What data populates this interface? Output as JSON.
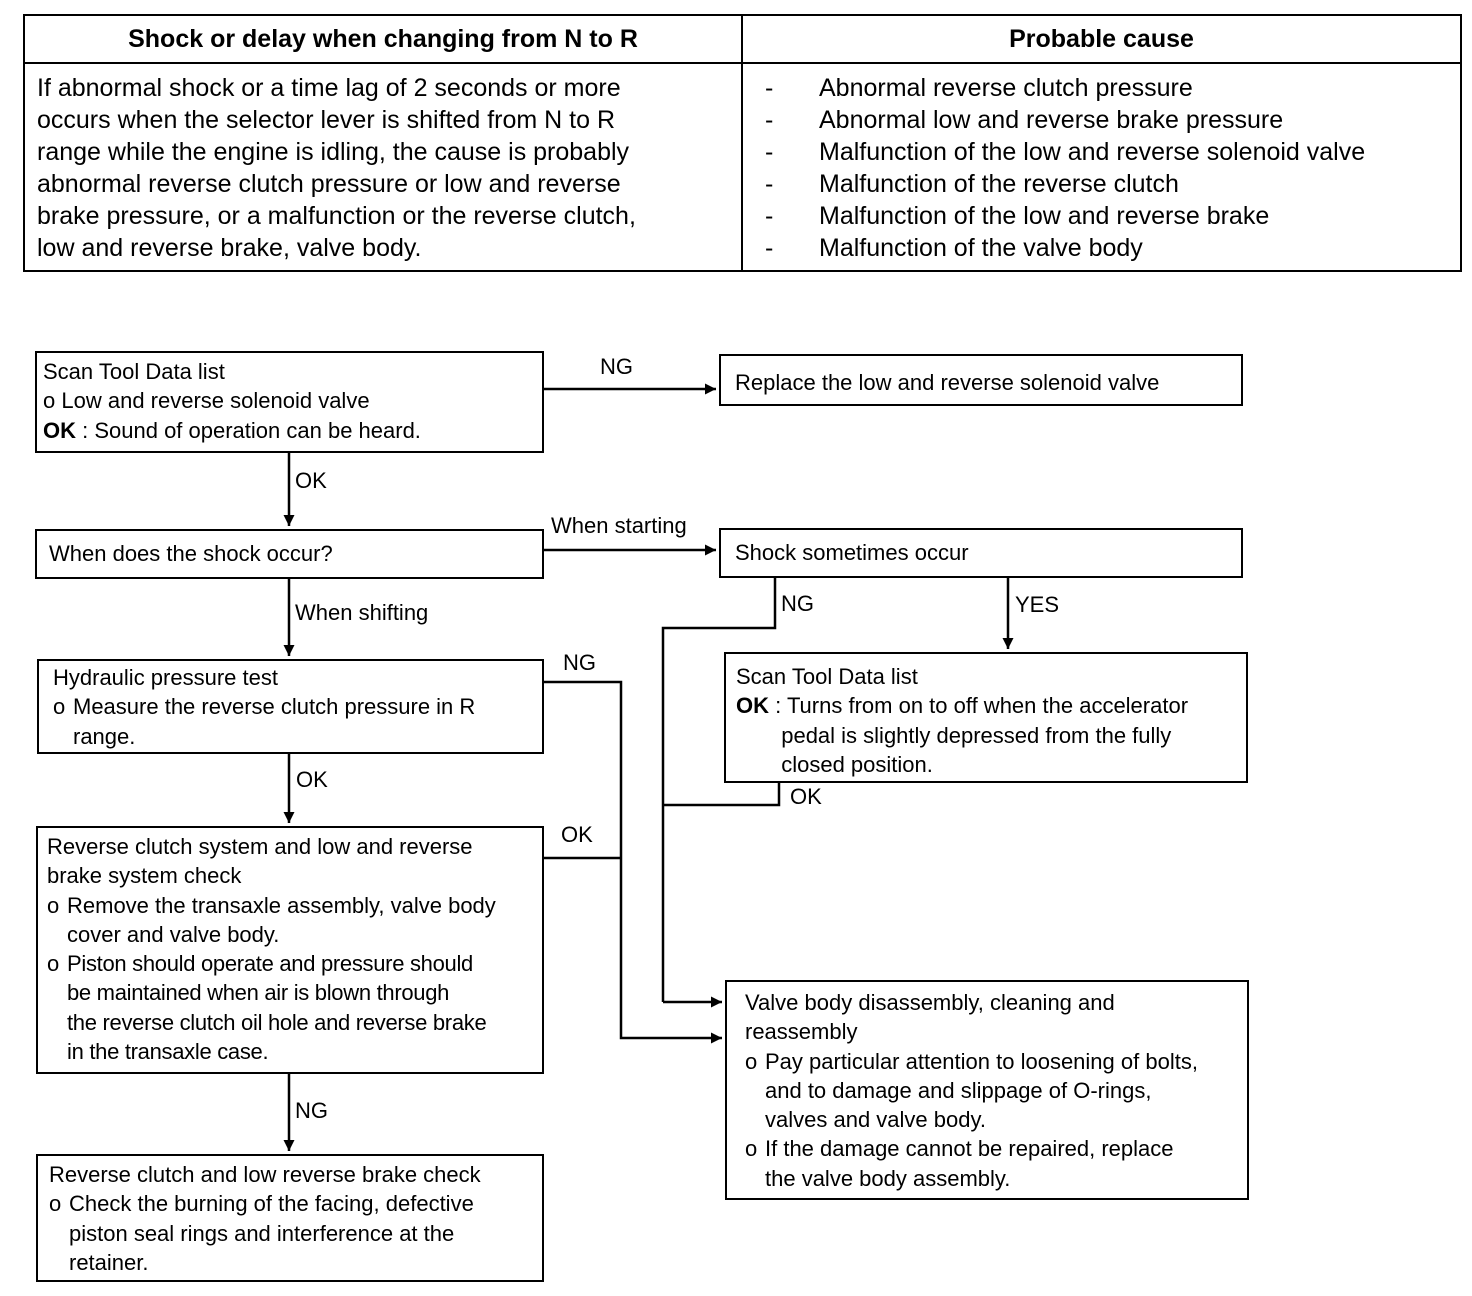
{
  "table": {
    "header_left": "Shock or delay when changing from N to R",
    "header_right": "Probable cause",
    "description": "If abnormal shock or a time lag of 2 seconds or more\noccurs when the selector lever is shifted from N to R\nrange while the engine is idling, the cause is probably\nabnormal reverse clutch pressure or low and reverse\nbrake pressure, or a malfunction or the reverse clutch,\nlow and reverse brake, valve body.",
    "causes": [
      "Abnormal reverse clutch pressure",
      "Abnormal low and reverse brake pressure",
      "Malfunction of the low and reverse solenoid valve",
      "Malfunction of the reverse clutch",
      "Malfunction of the low and reverse brake",
      "Malfunction of the valve body"
    ],
    "dash": "-"
  },
  "flow": {
    "box1": {
      "title": "Scan Tool Data list",
      "bullet": "Low and reverse solenoid valve",
      "ok_label": "OK",
      "ok_text": " : Sound of operation can be heard."
    },
    "replace_box": "Replace the low and reverse solenoid valve",
    "question_box": "When does the shock occur?",
    "shock_box": "Shock sometimes occur",
    "scan2": {
      "title": "Scan Tool Data list",
      "ok_label": "OK",
      "ok_text": " : Turns from on to off when the accelerator\n  pedal is slightly depressed from the fully\n  closed position."
    },
    "hydraulic": {
      "title": "Hydraulic pressure test",
      "bullet": "Measure the reverse clutch pressure in R\nrange."
    },
    "reverse_system": {
      "title": "Reverse clutch system and low and reverse\nbrake system check",
      "bullets": [
        "Remove the transaxle assembly, valve body\ncover and valve body.",
        "Piston should operate and pressure should\nbe maintained when air is blown through\nthe reverse clutch oil hole and reverse brake\nin the transaxle case."
      ]
    },
    "valve_body": {
      "title": "Valve body disassembly, cleaning and\nreassembly",
      "bullets": [
        "Pay particular attention to loosening of bolts,\nand to damage and slippage of O-rings,\nvalves and valve body.",
        "If the damage cannot be repaired, replace\nthe valve body assembly."
      ]
    },
    "reverse_check": {
      "title": "Reverse clutch and low reverse brake check",
      "bullet": "Check the burning of the facing, defective\npiston seal rings and interference at the\nretainer."
    },
    "bullet_mark": "o",
    "labels": {
      "ng1": "NG",
      "ok1": "OK",
      "when_starting": "When starting",
      "when_shifting": "When shifting",
      "ng_shock": "NG",
      "yes": "YES",
      "ng_hydraulic": "NG",
      "ok_hydraulic": "OK",
      "ok_system": "OK",
      "ok_scan2": "OK",
      "ng_system": "NG"
    }
  }
}
